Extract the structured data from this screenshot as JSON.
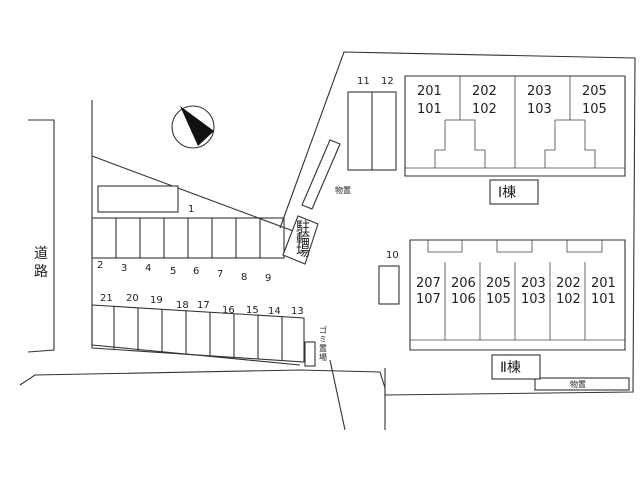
{
  "road": {
    "label": "道路"
  },
  "parking": {
    "row_top": [
      "2",
      "3",
      "4",
      "5",
      "6",
      "7",
      "8",
      "9"
    ],
    "row_bottom": [
      "21",
      "20",
      "19",
      "18",
      "17",
      "16",
      "15",
      "14",
      "13"
    ],
    "spot_1": "1",
    "spot_10": "10",
    "pair_11_12": [
      "11",
      "12"
    ]
  },
  "bike_parking": {
    "label": "駐輪場"
  },
  "garbage": {
    "label": "ゴミ置場"
  },
  "storage": {
    "label": "物置"
  },
  "building_1": {
    "label": "Ⅰ棟",
    "units": [
      {
        "upper": "201",
        "lower": "101"
      },
      {
        "upper": "202",
        "lower": "102"
      },
      {
        "upper": "203",
        "lower": "103"
      },
      {
        "upper": "205",
        "lower": "105"
      }
    ]
  },
  "building_2": {
    "label": "Ⅱ棟",
    "units": [
      {
        "upper": "207",
        "lower": "107"
      },
      {
        "upper": "206",
        "lower": "106"
      },
      {
        "upper": "205",
        "lower": "105"
      },
      {
        "upper": "203",
        "lower": "103"
      },
      {
        "upper": "202",
        "lower": "102"
      },
      {
        "upper": "201",
        "lower": "101"
      }
    ]
  }
}
